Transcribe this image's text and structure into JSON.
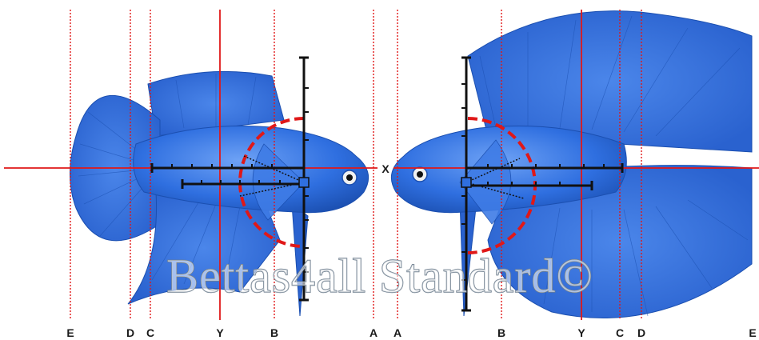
{
  "watermark": "Bettas4all Standard©",
  "center_label": "X",
  "left_labels": [
    "E",
    "D",
    "C",
    "Y",
    "B",
    "A"
  ],
  "right_labels": [
    "A",
    "B",
    "Y",
    "C",
    "D",
    "E"
  ],
  "colors": {
    "fish_body": "#2f6fe0",
    "fish_dark": "#1b4fb0",
    "fish_light": "#6ea2f5",
    "guide_red": "#e01818",
    "measure_black": "#111111"
  },
  "icons": [
    "left-betta-fish",
    "right-betta-fish"
  ]
}
